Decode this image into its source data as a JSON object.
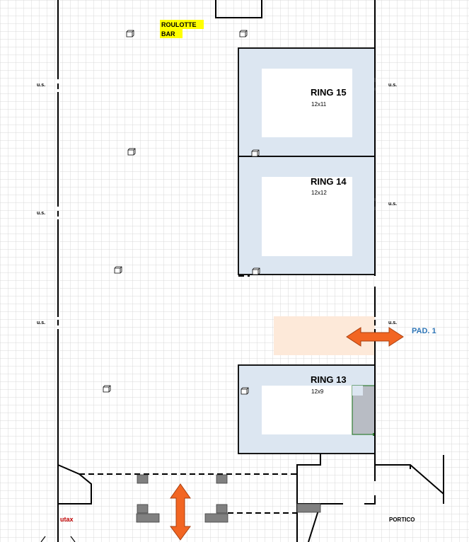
{
  "labels": {
    "roulotte_line1": "ROULOTTE",
    "roulotte_line2": "BAR",
    "pad": "PAD. 1",
    "utax": "utax",
    "portico": "PORTICO",
    "us": "u.s."
  },
  "rings": [
    {
      "title": "RING 15",
      "size": "12x11"
    },
    {
      "title": "RING 14",
      "size": "12x12"
    },
    {
      "title": "RING 13",
      "size": "12x9"
    }
  ],
  "colors": {
    "ring_border": "#dce6f1",
    "pad_area": "#fde9d9",
    "highlight": "#ffff00",
    "arrow": "#f26522",
    "pad_text": "#2e75b6",
    "utax_text": "#c00000",
    "grid": "#d9d9d9",
    "gray_block": "#808080",
    "gray_panel": "#b8bcc4"
  }
}
